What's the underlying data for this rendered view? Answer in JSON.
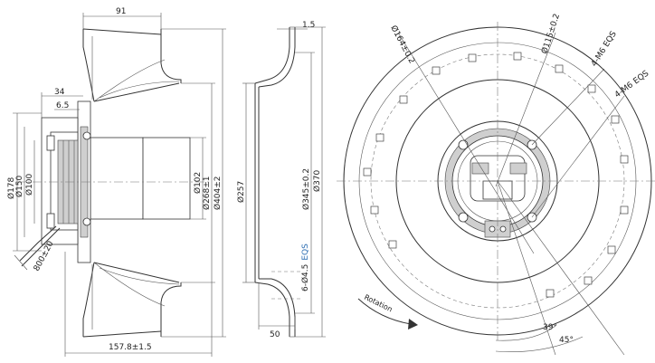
{
  "drawing": {
    "side_view": {
      "dim_91": "91",
      "dim_34": "34",
      "dim_6_5": "6.5",
      "dia_178": "Ø178",
      "dia_150": "Ø150",
      "dia_100": "Ø100",
      "cable_length": "800±20",
      "dia_102": "Ø102",
      "dia_268": "Ø268±1",
      "dia_404": "Ø404±2",
      "depth": "157.8±1.5"
    },
    "section_view": {
      "dim_1_5": "1.5",
      "dia_257": "Ø257",
      "dia_345": "Ø345±0.2",
      "dia_370": "Ø370",
      "holes": "6-Ø4.5",
      "holes_suffix": "EQS",
      "dim_50": "50"
    },
    "front_view": {
      "dia_164": "Ø164±0.2",
      "dia_115": "Ø115±0.2",
      "thread_a": "4-M6",
      "thread_a_suffix": "EQS",
      "thread_b": "4-M6",
      "thread_b_suffix": "EQS",
      "rotation": "Rotation",
      "angle_39": "39°",
      "angle_45": "45°"
    }
  }
}
